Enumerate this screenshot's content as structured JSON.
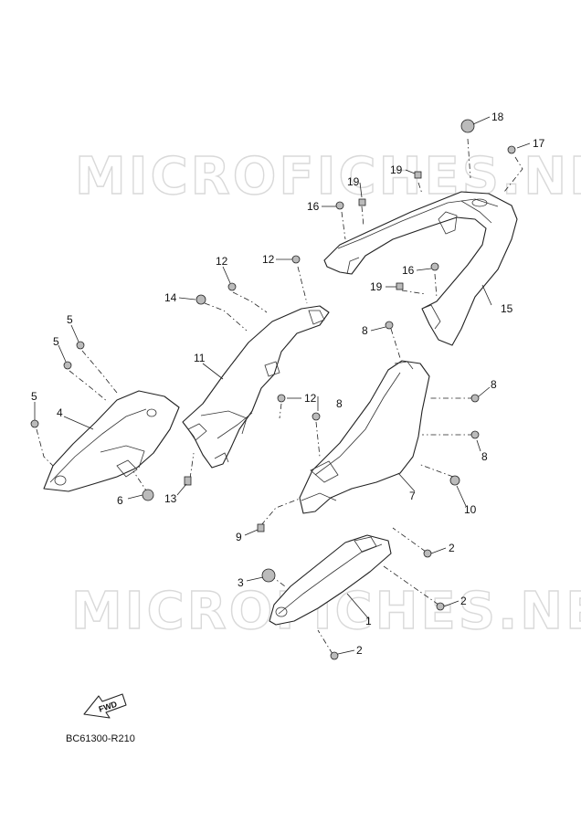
{
  "watermark": "MICROFICHES.NET",
  "reference_code": "BC61300-R210",
  "fwd_label": "FWD",
  "callouts": {
    "c1": "1",
    "c2a": "2",
    "c2b": "2",
    "c2c": "2",
    "c3": "3",
    "c4": "4",
    "c5a": "5",
    "c5b": "5",
    "c5c": "5",
    "c6": "6",
    "c7": "7",
    "c8a": "8",
    "c8b": "8",
    "c8c": "8",
    "c8d": "8",
    "c9": "9",
    "c10": "10",
    "c11": "11",
    "c12a": "12",
    "c12b": "12",
    "c12c": "12",
    "c13": "13",
    "c14": "14",
    "c15": "15",
    "c16a": "16",
    "c16b": "16",
    "c17": "17",
    "c18": "18",
    "c19a": "19",
    "c19b": "19",
    "c19c": "19"
  }
}
